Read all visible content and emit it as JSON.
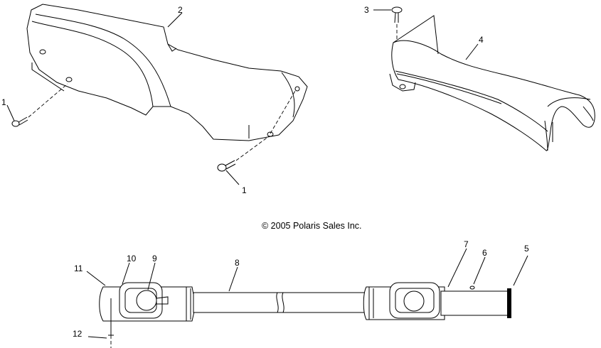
{
  "copyright": "© 2005 Polaris Sales Inc.",
  "callouts": [
    "1",
    "2",
    "1",
    "3",
    "4",
    "5",
    "6",
    "7",
    "8",
    "9",
    "10",
    "11",
    "12"
  ]
}
